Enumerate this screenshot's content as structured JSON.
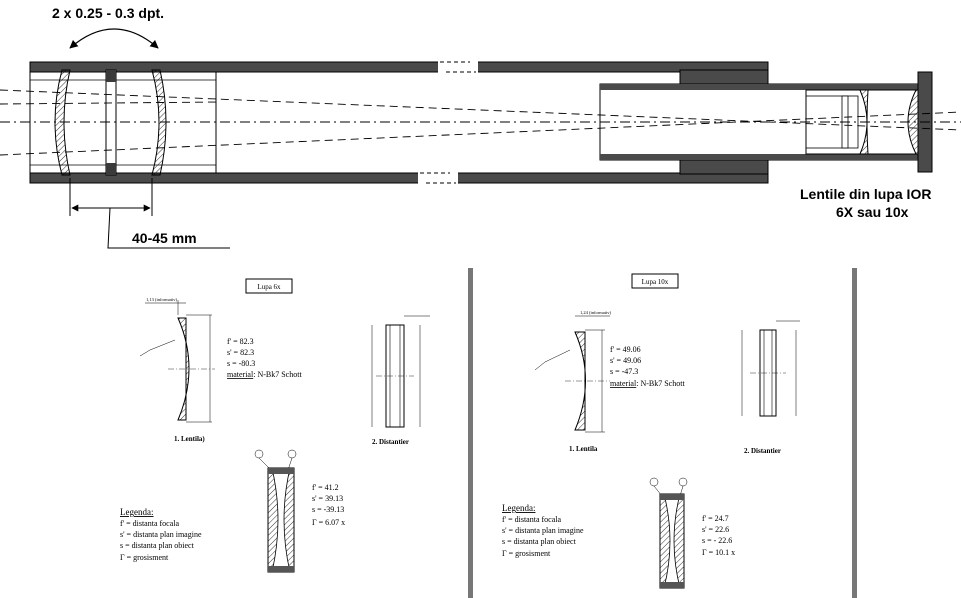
{
  "top": {
    "dioptry_label": "2 x 0.25 - 0.3 dpt.",
    "distance_label": "40-45 mm",
    "ior_lens_label_line1": "Lentile din lupa IOR",
    "ior_lens_label_line2": "6X sau 10x"
  },
  "panel_6x": {
    "title": "Lupa 6x",
    "lens_caption": "1. Lentila)",
    "spacer_caption": "2. Distantier",
    "small_note": "1,13 (informativ)",
    "lens_params": [
      "f' = 82.3",
      "s' = 82.3",
      "s = -80.3"
    ],
    "material_label": "material",
    "material_value": ": N-Bk7 Schott",
    "system_params": [
      "f' =  41.2",
      "s' = 39.13",
      "s = -39.13",
      "Γ =    6.07 x"
    ],
    "legend_title": "Legenda:",
    "legend_items": [
      "f' = distanta focala",
      "s' = distanta plan imagine",
      "s  = distanta plan obiect",
      "Γ = grosisment"
    ]
  },
  "panel_10x": {
    "title": "Lupa 10x",
    "lens_caption": "1. Lentila",
    "spacer_caption": "2. Distantier",
    "small_note": "1,24 (informativ)",
    "lens_params": [
      "f' = 49.06",
      "s' = 49.06",
      "s = -47.3"
    ],
    "material_label": "material",
    "material_value": ": N-Bk7 Schott",
    "system_params": [
      "f' =  24.7",
      "s' = 22.6",
      "s = - 22.6",
      "Γ =  10.1 x"
    ],
    "legend_title": "Legenda:",
    "legend_items": [
      "f' = distanta focala",
      "s' = distanta plan imagine",
      "s  = distanta plan obiect",
      "Γ = grosisment"
    ]
  }
}
